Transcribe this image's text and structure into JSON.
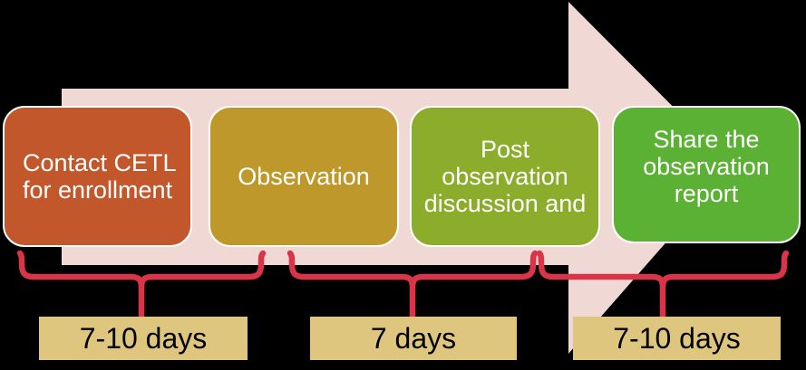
{
  "colors": {
    "background": "#000000",
    "arrow": "#F0D9D5",
    "brace": "#DA3448",
    "duration_box": "#DFC67E",
    "duration_text": "#000000",
    "step_text": "#FFFFFF",
    "step_border": "#FFFFFF",
    "step_colors": {
      "contact": "#C2572B",
      "observation": "#BF982C",
      "post_observation": "#8CAD2C",
      "share_report": "#5BB133"
    }
  },
  "steps": [
    {
      "name": "contact-cetl",
      "color": "#C2572B",
      "lines": [
        "Contact CETL",
        "for enrollment"
      ]
    },
    {
      "name": "observation",
      "color": "#BF982C",
      "lines": [
        "Observation"
      ]
    },
    {
      "name": "post-observation",
      "color": "#8CAD2C",
      "lines": [
        "Post",
        "observation",
        "discussion and"
      ]
    },
    {
      "name": "share-report",
      "color": "#5BB133",
      "lines": [
        "Share the",
        "observation",
        "report"
      ]
    }
  ],
  "durations": [
    {
      "label": "7-10 days"
    },
    {
      "label": "7 days"
    },
    {
      "label": "7-10 days"
    }
  ]
}
